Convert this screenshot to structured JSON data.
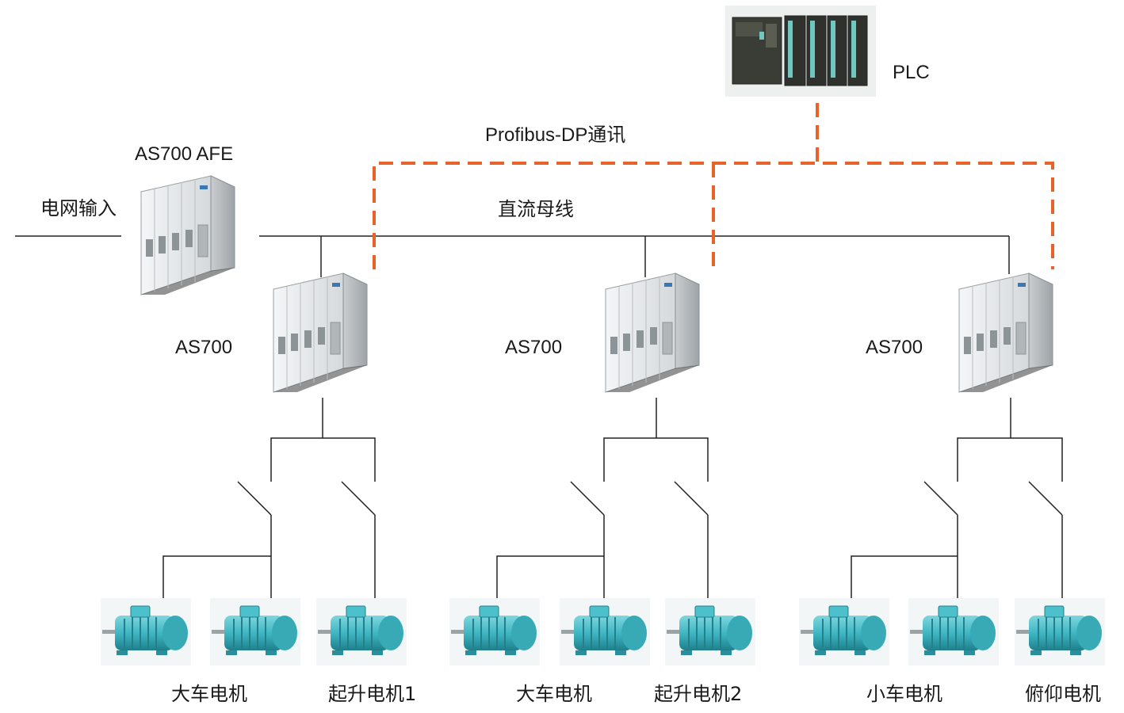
{
  "plc": {
    "label": "PLC"
  },
  "bus": {
    "comm_label": "Profibus-DP通讯",
    "comm_color": "#e8632a",
    "dc_label": "直流母线"
  },
  "grid": {
    "label": "电网输入"
  },
  "afe": {
    "label": "AS700 AFE"
  },
  "drives": [
    {
      "label": "AS700"
    },
    {
      "label": "AS700"
    },
    {
      "label": "AS700"
    }
  ],
  "motors": [
    {
      "label": "大车电机"
    },
    {
      "label": "起升电机1"
    },
    {
      "label": "大车电机"
    },
    {
      "label": "起升电机2"
    },
    {
      "label": "小车电机"
    },
    {
      "label": "俯仰电机"
    }
  ],
  "colors": {
    "cabinet": "#e9ecee",
    "motor": "#3fb7c3",
    "plc_body": "#3a3d35",
    "plc_module": "#6fc7bf",
    "wire": "#222222"
  }
}
